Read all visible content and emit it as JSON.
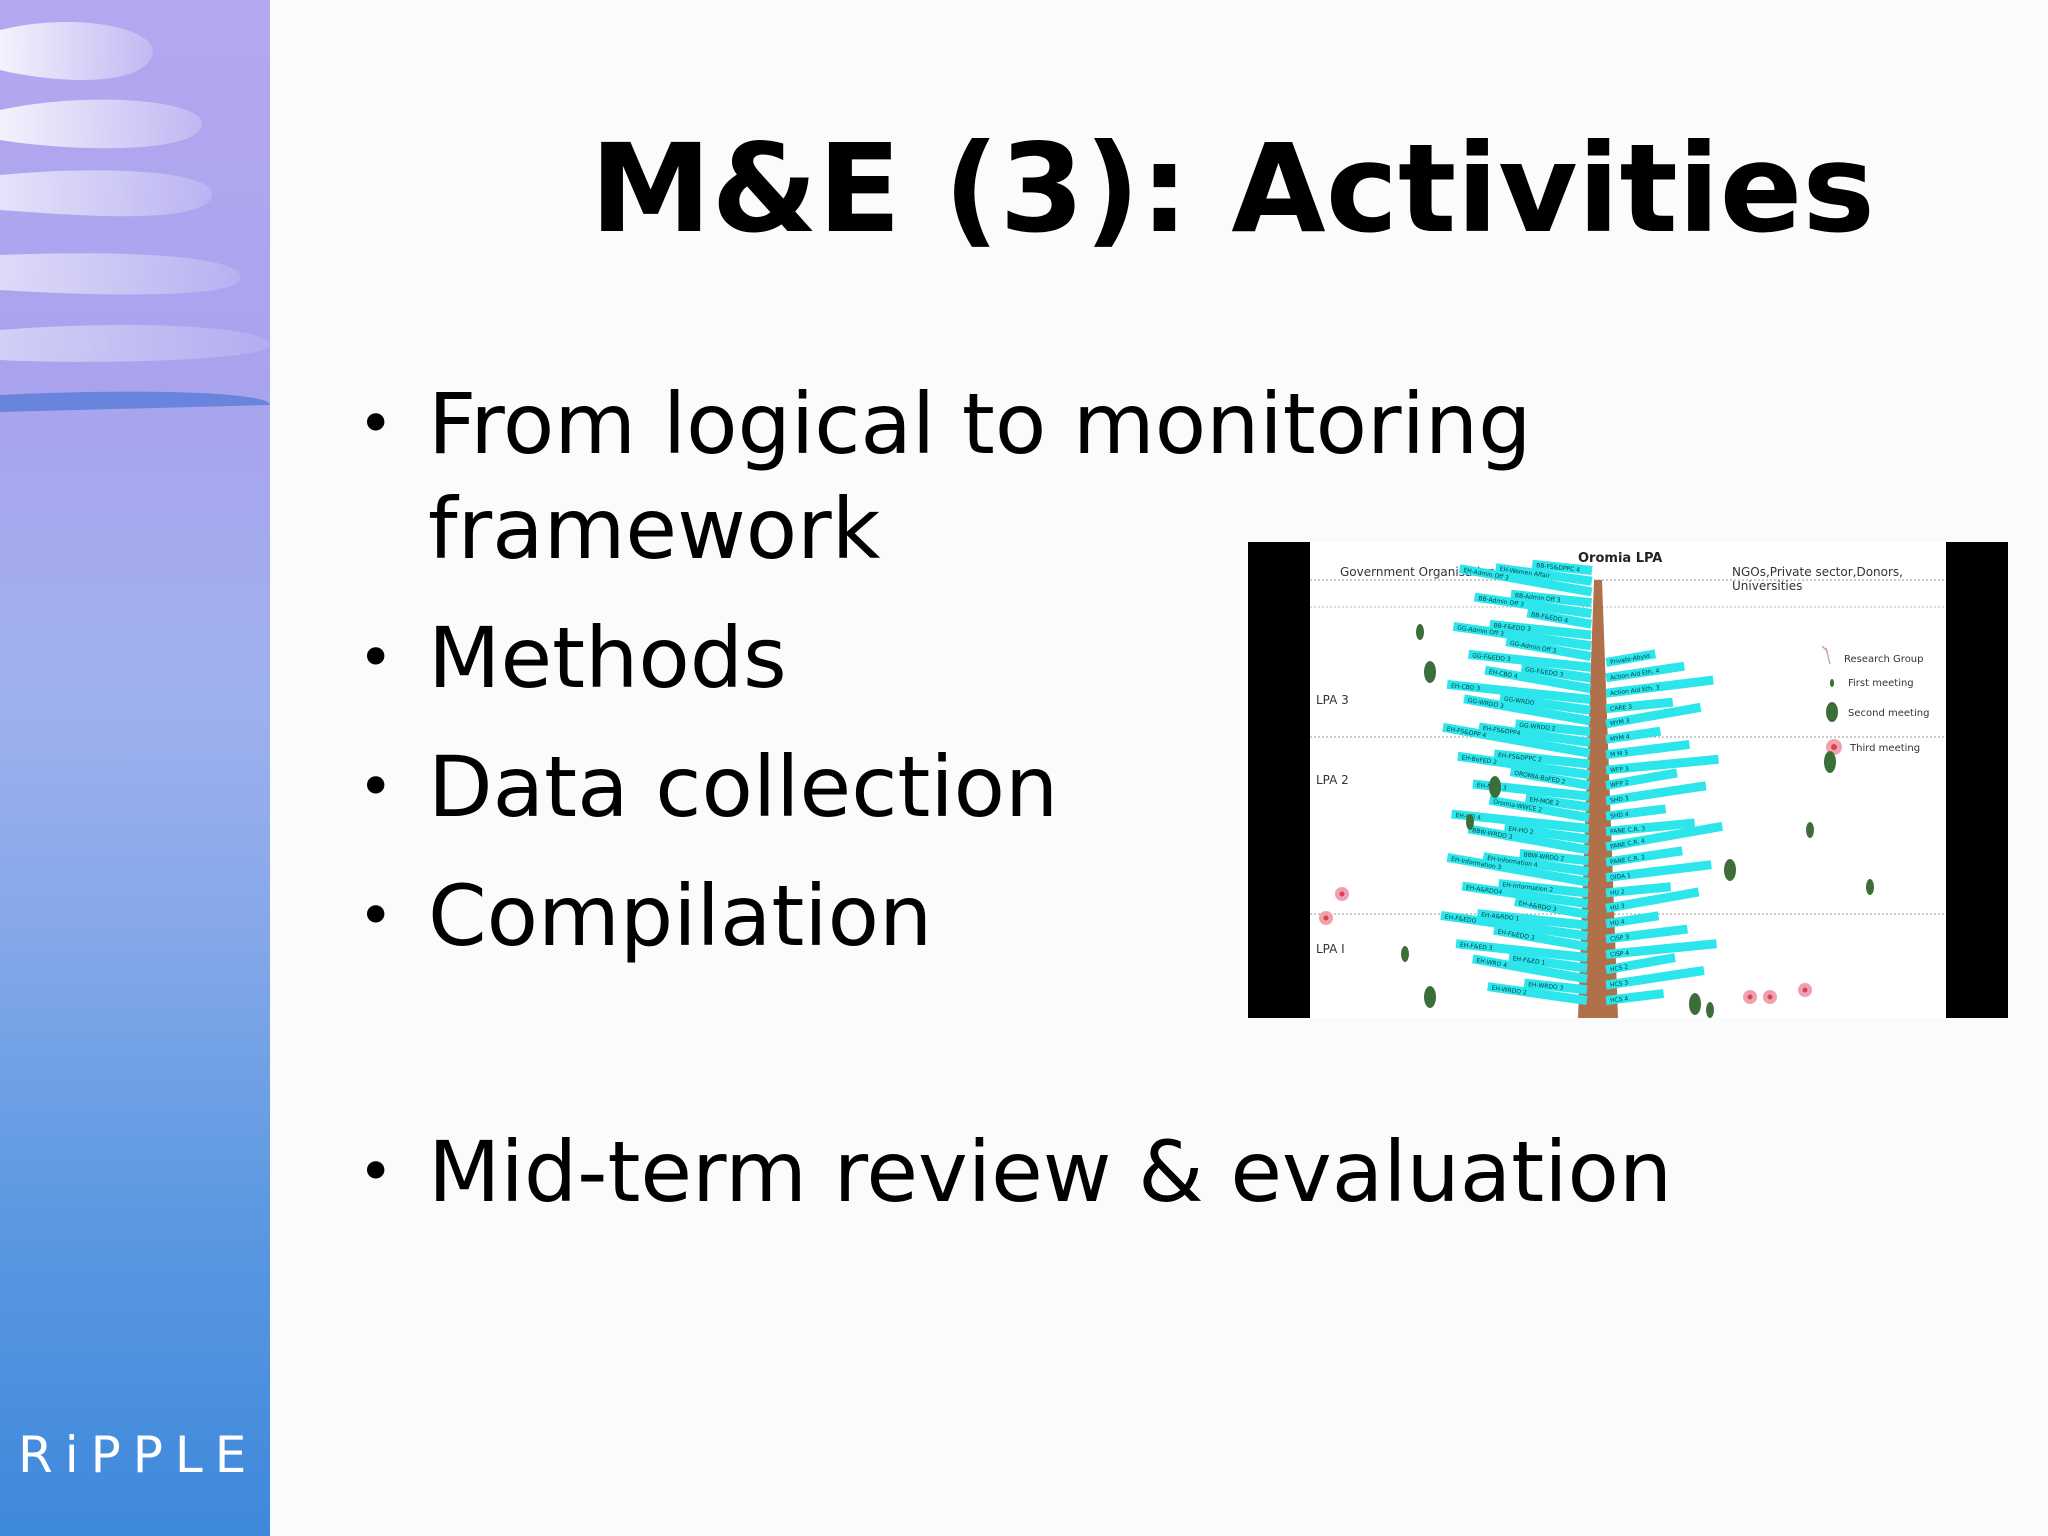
{
  "brand": {
    "logo_text": "RiPPLE"
  },
  "slide": {
    "title": "M&E (3): Activities",
    "bullets": [
      {
        "lines": [
          "From logical to monitoring",
          "framework"
        ]
      },
      {
        "lines": [
          "Methods"
        ]
      },
      {
        "lines": [
          "Data collection"
        ]
      },
      {
        "lines": [
          "Compilation"
        ]
      },
      {
        "lines": [
          "Mid-term review & evaluation"
        ]
      }
    ]
  },
  "figure": {
    "title": "Oromia LPA",
    "left_heading": "Government Organisations",
    "right_heading_line1": "NGOs,Private sector,Donors,",
    "right_heading_line2": "Universities",
    "levels": [
      "LPA 3",
      "LPA 2",
      "LPA I"
    ],
    "legend": [
      {
        "label": "Research Group",
        "icon": "twig-icon"
      },
      {
        "label": "First meeting",
        "icon": "small-leaf-icon"
      },
      {
        "label": "Second meeting",
        "icon": "leaf-icon"
      },
      {
        "label": "Third meeting",
        "icon": "flower-icon"
      }
    ],
    "colors": {
      "branch": "#2ce6ec",
      "trunk": "#b0704a",
      "leaf": "#3c6e3a",
      "flower": "#f0a0b0"
    },
    "left_branches": [
      "BB-FS&DPPC 4",
      "EH-Women Affair",
      "EH-Admin Off 3",
      "BB-Admin Off 3",
      "BB-Admin Off 3",
      "BB-F&EDO 4",
      "BB-F&EDO 3",
      "GG-Admin Off 3",
      "GG-Admin Off 3",
      "GG-F&EDO 3",
      "GG-F&EDO 3",
      "EH-CBO 4",
      "EH-CBO 3",
      "GG-WRDO",
      "GG-WRDO 3",
      "GG-WRDO 2",
      "EH-FS&DPP4",
      "EH-FS&DPP 4",
      "EH-FS&DPPC 2",
      "EH-BoFED 2",
      "OROMIA-BoFED 2",
      "EH-MOE 3",
      "EH-MOE 2",
      "Oromia-WWCE 2",
      "EH-HO 4",
      "EH-HO 2",
      "BBW-WRDO 3",
      "BBW-WRDO 2",
      "EH-Information 4",
      "EH-Information 3",
      "EH-Information 2",
      "EH-A&RDO4",
      "EH-A&RDO 3",
      "EH-A&RDO 1",
      "EH-F&EDO",
      "EH-F&EDO 3",
      "EH-F&ED 3",
      "EH-F&ED 1",
      "EH-WRO 4",
      "EH-WRDO 3",
      "EH-WRDO 2"
    ],
    "right_branches": [
      "Private-Abyss",
      "Action Aid Eth. 4",
      "Action Aid Eth. 3",
      "CARE 3",
      "MYM 3",
      "MYM 4",
      "M M 3",
      "WFP 3",
      "WFP 2",
      "SHD 3",
      "SHD 4",
      "PANE C.R. 3",
      "PANE C.R. 4",
      "PANE C.R. 2",
      "OIDA 1",
      "HU 2",
      "HU 3",
      "HU 4",
      "CISP 3",
      "CISP 4",
      "HCS 2",
      "HCS 3",
      "HCS 4"
    ]
  }
}
